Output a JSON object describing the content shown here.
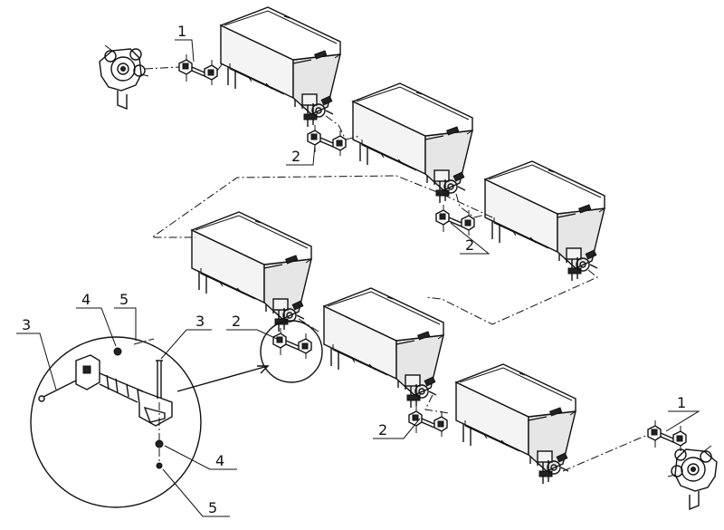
{
  "callouts": [
    {
      "label": "1"
    },
    {
      "label": "2"
    },
    {
      "label": "2"
    },
    {
      "label": "2"
    },
    {
      "label": "2"
    },
    {
      "label": "1"
    },
    {
      "label": "3"
    },
    {
      "label": "4"
    },
    {
      "label": "5"
    },
    {
      "label": "3"
    },
    {
      "label": "4"
    },
    {
      "label": "5"
    }
  ]
}
